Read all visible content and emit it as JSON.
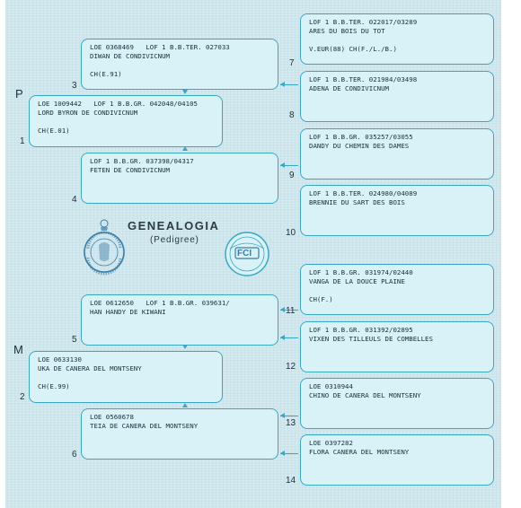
{
  "title": "GENEALOGIA",
  "subtitle": "(Pedigree)",
  "fci_logo_text": "FCI",
  "markers": {
    "p": "P",
    "m": "M"
  },
  "colors": {
    "box_border": "#3aa6c6",
    "box_fill": "#d8f2f8",
    "page": "#cfe6ec"
  },
  "boxes": {
    "b1": {
      "num": "1",
      "lines": [
        "LOE 1009442   LOF 1 B.B.GR. 042048/04105",
        "LORD BYRON DE CONDIVICNUM",
        "",
        "CH(E.01)"
      ]
    },
    "b2": {
      "num": "2",
      "lines": [
        "LOE 0633130",
        "UKA DE CANERA DEL MONTSENY",
        "",
        "CH(E.99)"
      ]
    },
    "b3": {
      "num": "3",
      "lines": [
        "LOE 0368469   LOF 1 B.B.TER. 027033",
        "DIWAN DE CONDIVICNUM",
        "",
        "CH(E.91)"
      ]
    },
    "b4": {
      "num": "4",
      "lines": [
        "LOF 1 B.B.GR. 037398/04317",
        "FETEN DE CONDIVICNUM"
      ]
    },
    "b5": {
      "num": "5",
      "lines": [
        "LOE 0612650   LOF 1 B.B.GR. 039631/",
        "HAN HANDY DE KIWANI"
      ]
    },
    "b6": {
      "num": "6",
      "lines": [
        "LOE 0560678",
        "TEIA DE CANERA DEL MONTSENY"
      ]
    },
    "b7": {
      "num": "7",
      "lines": [
        "LOF 1 B.B.TER. 022017/03289",
        "ARES DU BOIS DU TOT",
        "",
        "V.EUR(88) CH(F./L./B.)"
      ]
    },
    "b8": {
      "num": "8",
      "lines": [
        "LOF 1 B.B.TER. 021984/03498",
        "ADENA DE CONDIVICNUM"
      ]
    },
    "b9": {
      "num": "9",
      "lines": [
        "LOF 1 B.B.GR. 035257/03055",
        "DANDY DU CHEMIN DES DAMES"
      ]
    },
    "b10": {
      "num": "10",
      "lines": [
        "LOF 1 B.B.TER. 024980/04089",
        "BRENNIE DU SART DES BOIS"
      ]
    },
    "b11": {
      "num": "11",
      "lines": [
        "LOF 1 B.B.GR. 031974/02440",
        "VANGA DE LA DOUCE PLAINE",
        "",
        "CH(F.)"
      ]
    },
    "b12": {
      "num": "12",
      "lines": [
        "LOF 1 B.B.GR. 031392/02895",
        "VIXEN DES TILLEULS DE COMBELLES"
      ]
    },
    "b13": {
      "num": "13",
      "lines": [
        "LOE 0310944",
        "CHINO DE CANERA DEL MONTSENY"
      ]
    },
    "b14": {
      "num": "14",
      "lines": [
        "LOE 0397282",
        "FLORA CANERA DEL MONTSENY"
      ]
    }
  }
}
